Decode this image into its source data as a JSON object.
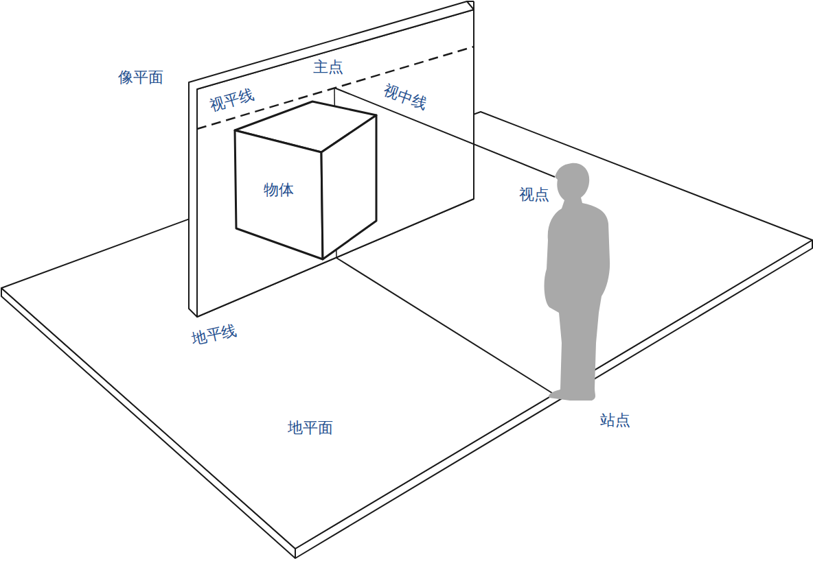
{
  "diagram": {
    "nodes": [
      {
        "text": [
          "物体"
        ]
      }
    ],
    "labels": [
      "像平面",
      "主点",
      "视平线",
      "视中线",
      "视点",
      "地平线",
      "地平面",
      "站点"
    ]
  }
}
